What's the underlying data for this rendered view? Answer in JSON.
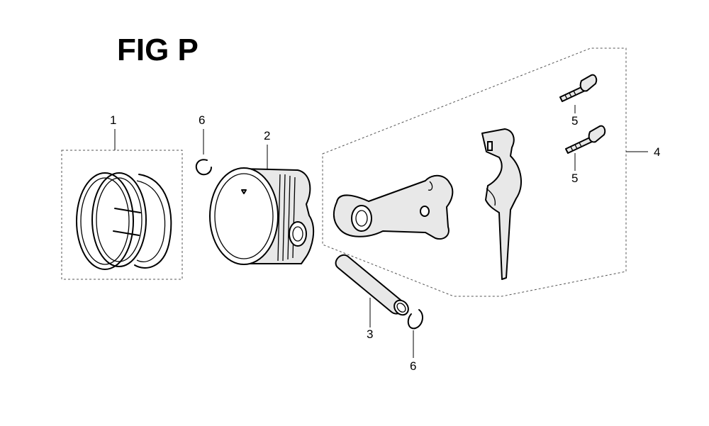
{
  "figure": {
    "title": "FIG P"
  },
  "callouts": {
    "piston_ring_set": "1",
    "piston": "2",
    "piston_pin": "3",
    "connecting_rod_assembly": "4",
    "bolt_upper": "5",
    "bolt_lower": "5",
    "clip_upper": "6",
    "clip_lower": "6"
  }
}
